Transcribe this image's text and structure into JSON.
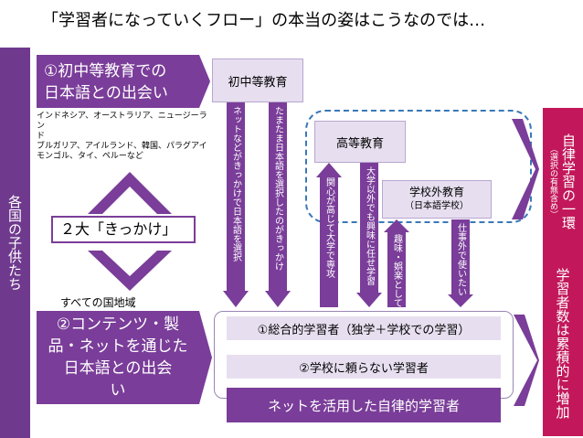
{
  "title": "「学習者になっていくフロー」の本当の姿はこうなのでは…",
  "left_bar": "各国の子供たち",
  "box1": {
    "line1": "①初中等教育での",
    "line2": "日本語との出会い"
  },
  "countries": {
    "line1": "インドネシア、オーストラリア、ニュージーラン",
    "line2": "ド",
    "line3": "ブルガリア、アイルランド、韓国、パラグアイ",
    "line4": "モンゴル、タイ、ペルーなど"
  },
  "two_triggers": "２大「きっかけ」",
  "all_countries": "すべての国地域",
  "box2": {
    "line1": "②コンテンツ・製",
    "line2": "品・ネットを通じた",
    "line3": "日本語との出会",
    "line4": "い"
  },
  "primary_edu": "初中等教育",
  "higher_edu": "高等教育",
  "outside_edu": {
    "line1": "学校外教育",
    "line2": "（日本語学校）"
  },
  "arrows": {
    "a1": "ネットなどがきっかけで日本語を選択",
    "a2": "たまたま日本語を選択したのがきっかけ",
    "a3": "関心が高じて大学で専攻",
    "a4": "大学以外でも興味に任せ学習",
    "a5": "趣味・娯楽として",
    "a6": "仕事外で使いたい"
  },
  "learner1": "①総合的学習者（独学＋学校での学習）",
  "learner2": "②学校に頼らない学習者",
  "net_learner": "ネットを活用した自律的学習者",
  "right1": {
    "main": "自律学習の一環",
    "sub": "（選択の有無含め）"
  },
  "right2": "学習者数は累積的に増加",
  "colors": {
    "purple": "#7a3d99",
    "lavender": "#e7dff0",
    "magenta": "#c2185b"
  }
}
